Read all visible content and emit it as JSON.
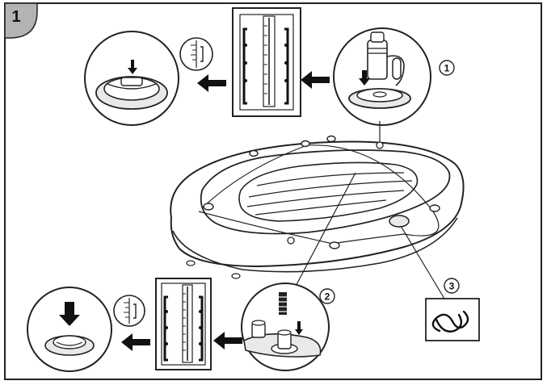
{
  "step_number": "1",
  "callouts": [
    "1",
    "2",
    "3"
  ],
  "icons": {
    "arrows": "left-arrow-icon",
    "valve": "valve-icon",
    "gauge": "inflation-gauge-icon",
    "rope": "rope-icon",
    "boat": "inflatable-boat-icon"
  },
  "colors": {
    "line": "#222222",
    "badge": "#b3b3b3",
    "fill": "#ffffff",
    "shade": "#e9e9e9"
  }
}
